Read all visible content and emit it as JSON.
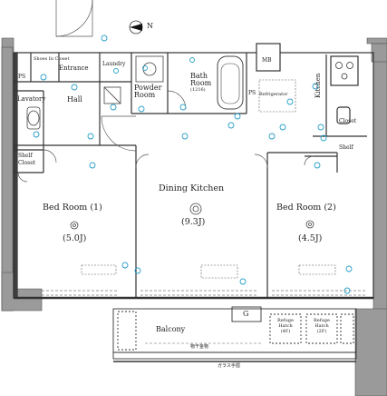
{
  "compass": {
    "north_label": "N"
  },
  "rooms": {
    "shoes_in_closet": "Shoes In Closet",
    "entrance": "Entrance",
    "laundry": "Laundry",
    "powder_room": [
      "Powder",
      "Room"
    ],
    "bath_room": [
      "Bath",
      "Room",
      "(1216)"
    ],
    "mb": "MB",
    "ps_left": "PS",
    "ps_bath": "PS",
    "refrigerator": "Refrigerator",
    "kitchen": "Kitchen",
    "lavatory": "Lavatory",
    "hall": "Hall",
    "shelf_left": "Shelf",
    "closet_left": "Closet",
    "shelf_right": "Shelf",
    "closet_right": "Closet",
    "bed_room_1": "Bed Room (1)",
    "bed_room_1_area": "(5.0J)",
    "dining_kitchen": "Dining Kitchen",
    "dining_kitchen_area": "(9.3J)",
    "bed_room_2": "Bed Room (2)",
    "bed_room_2_area": "(4.5J)",
    "balcony": "Balcony",
    "refuge_4f": [
      "Refuge",
      "Hatch",
      "(4F)"
    ],
    "refuge_2f": [
      "Refuge",
      "Hatch",
      "(2F)"
    ],
    "gas_meter": "G",
    "railing_note_1": "物干金物",
    "railing_note_2": "ガラス手摺"
  },
  "colors": {
    "wall": "#8a8a8a",
    "line": "#333333",
    "symbol": "#2aa0c8",
    "window": "#888888"
  }
}
